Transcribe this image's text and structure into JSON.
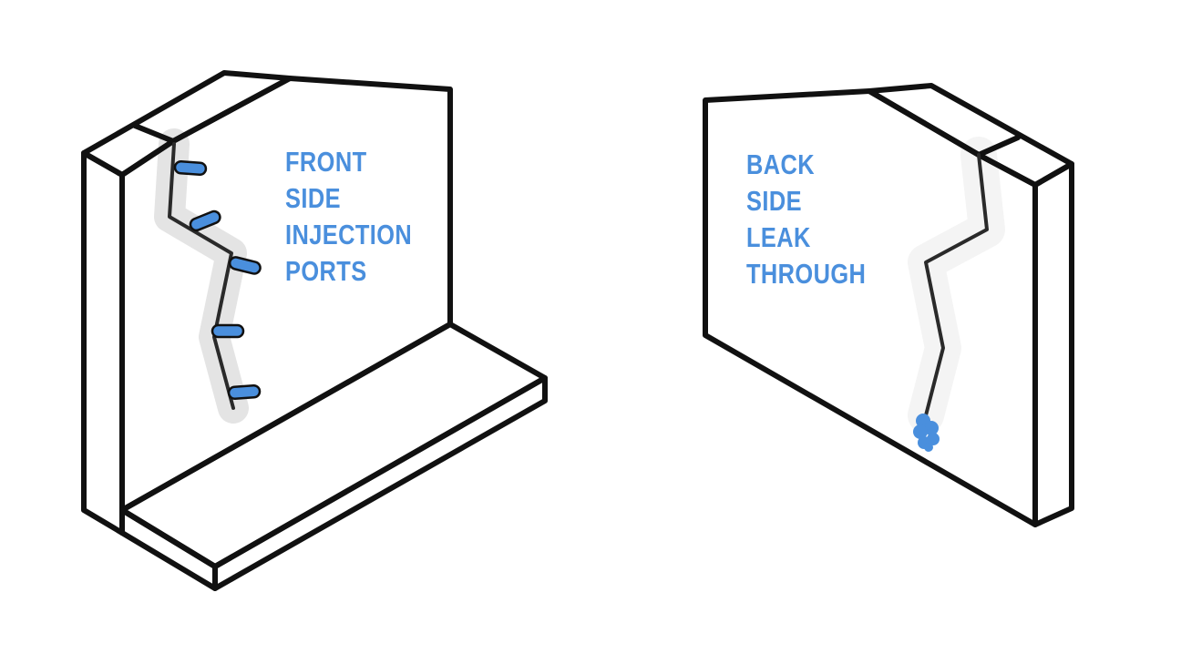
{
  "labels": {
    "front": [
      "FRONT",
      "SIDE",
      "INJECTION",
      "PORTS"
    ],
    "back": [
      "BACK",
      "SIDE",
      "LEAK",
      "THROUGH"
    ]
  },
  "colors": {
    "label": "#4a8fdd",
    "port_fill": "#4a8fdd",
    "leak_fill": "#4a8fdd",
    "outline": "#111111",
    "crack_halo": "#e4e4e4"
  },
  "front_port_count": 5
}
